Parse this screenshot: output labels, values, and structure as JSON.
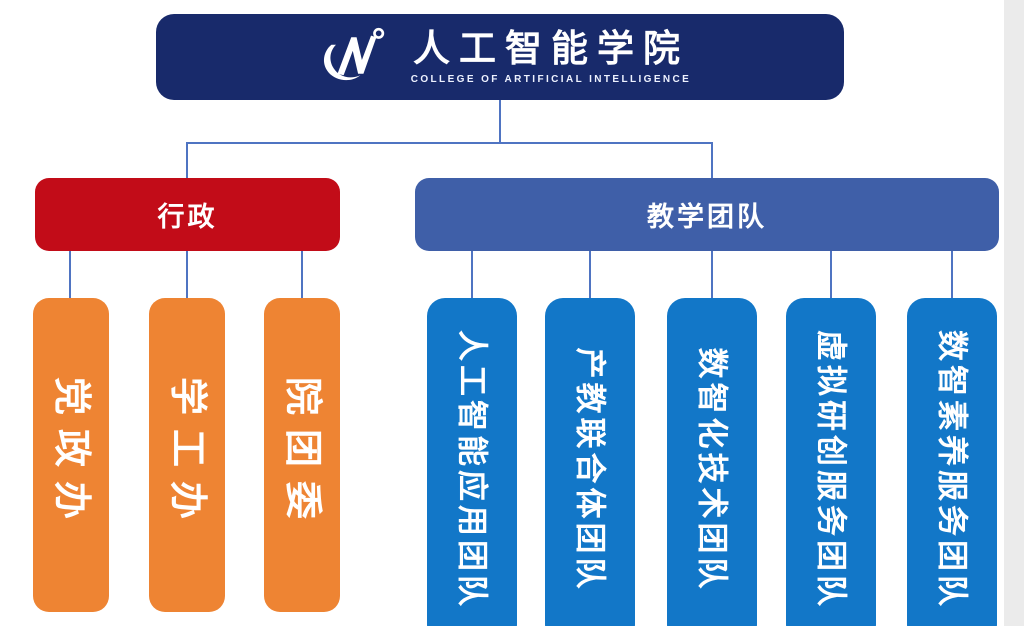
{
  "header": {
    "title": "人工智能学院",
    "subtitle": "COLLEGE OF ARTIFICIAL INTELLIGENCE",
    "logo_icon": "ai-college-logo",
    "bg_color": "#182a6b"
  },
  "branches": [
    {
      "id": "admin",
      "label": "行政",
      "box_color": "#c20c18",
      "child_color": "#ee8433",
      "children": [
        {
          "label": "党政办"
        },
        {
          "label": "学工办"
        },
        {
          "label": "院团委"
        }
      ]
    },
    {
      "id": "teaching",
      "label": "教学团队",
      "box_color": "#3f5fa8",
      "child_color": "#1277c8",
      "children": [
        {
          "label": "人工智能应用团队"
        },
        {
          "label": "产教联合体团队"
        },
        {
          "label": "数智化技术团队"
        },
        {
          "label": "虚拟研创服务团队"
        },
        {
          "label": "数智素养服务团队"
        }
      ]
    }
  ],
  "connector_color": "#4f74c2",
  "background_color": "#ffffff",
  "edge_strip_color": "#ebebeb"
}
